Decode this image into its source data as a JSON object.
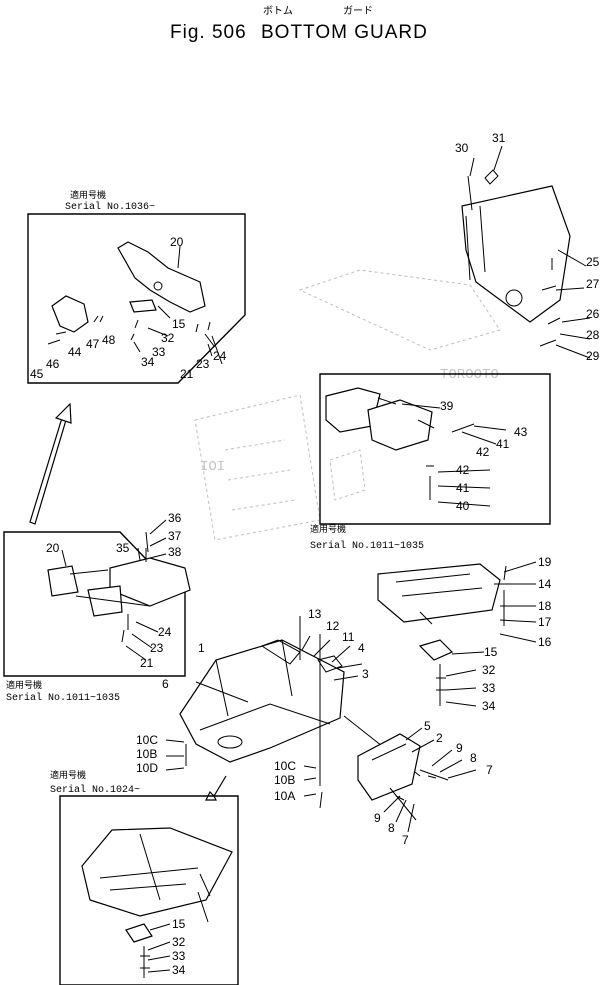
{
  "title": {
    "kana_bottom": "ボトム",
    "kana_guard": "ガード",
    "fig": "Fig. 506",
    "name": "BOTTOM GUARD"
  },
  "insets": {
    "top_left": {
      "jp": "適用号機",
      "serial": "Serial No.1036~"
    },
    "mid_left": {
      "jp": "適用号機",
      "serial": "Serial No.1011~1035"
    },
    "mid_right": {
      "jp": "適用号機",
      "serial": "Serial No.1011~1035"
    },
    "bottom": {
      "jp": "適用号機",
      "serial": "Serial No.1024~"
    }
  },
  "labels": {
    "l20a": "20",
    "l15a": "15",
    "l32a": "32",
    "l33a": "33",
    "l34a": "34",
    "l21a": "21",
    "l23a": "23",
    "l24a": "24",
    "l45": "45",
    "l46": "46",
    "l44": "44",
    "l47": "47",
    "l48": "48",
    "l30": "30",
    "l31": "31",
    "l25": "25",
    "l27": "27",
    "l26": "26",
    "l28": "28",
    "l29": "29",
    "l39": "39",
    "l43": "43",
    "l41a": "41",
    "l42a": "42",
    "l42b": "42",
    "l41b": "41",
    "l40": "40",
    "l36": "36",
    "l37": "37",
    "l38": "38",
    "l35": "35",
    "l20b": "20",
    "l24b": "24",
    "l23b": "23",
    "l21b": "21",
    "l19": "19",
    "l14": "14",
    "l18": "18",
    "l17": "17",
    "l16": "16",
    "l15b": "15",
    "l32b": "32",
    "l33b": "33",
    "l34b": "34",
    "l13": "13",
    "l12": "12",
    "l11": "11",
    "l4": "4",
    "l3": "3",
    "l1": "1",
    "l6": "6",
    "l10c_a": "10C",
    "l10b_a": "10B",
    "l10d": "10D",
    "l10c_b": "10C",
    "l10b_b": "10B",
    "l10a": "10A",
    "l5": "5",
    "l2": "2",
    "l9a": "9",
    "l8a": "8",
    "l7a": "7",
    "l9b": "9",
    "l8b": "8",
    "l7b": "7",
    "l15c": "15",
    "l32c": "32",
    "l33c": "33",
    "l34c": "34"
  }
}
